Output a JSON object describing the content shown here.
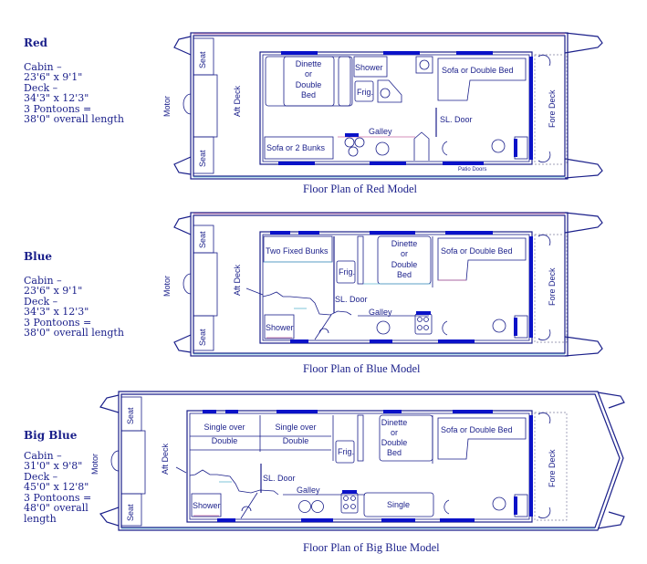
{
  "colors": {
    "ink": "#1a1f8a",
    "window": "#0a12c8",
    "accent_pink": "#c86aa0",
    "accent_cyan": "#5fb8d0"
  },
  "models": [
    {
      "name": "Red",
      "specs": [
        "Cabin –",
        "23'6\" x 9'1\"",
        "Deck  –",
        "34'3\" x 12'3\"",
        "3 Pontoons =",
        "38'0\" overall length"
      ],
      "caption": "Floor Plan of Red Model",
      "labels": {
        "motor": "Motor",
        "seat_top": "Seat",
        "seat_bottom": "Seat",
        "aft_deck": "Aft Deck",
        "dinette": [
          "Dinette",
          "or",
          "Double",
          "Bed"
        ],
        "shower": "Shower",
        "frig": "Frig.",
        "sofa_double": "Sofa or Double Bed",
        "sofa_bunks": "Sofa or 2 Bunks",
        "galley": "Galley",
        "sl_door": "SL. Door",
        "fore_deck": "Fore Deck",
        "patio_doors": "Patio Doors"
      }
    },
    {
      "name": "Blue",
      "specs": [
        "Cabin –",
        "23'6\" x 9'1\"",
        "Deck  –",
        "34'3\" x 12'3\"",
        "3 Pontoons =",
        "38'0\" overall length"
      ],
      "caption": "Floor Plan of Blue Model",
      "labels": {
        "motor": "Motor",
        "seat_top": "Seat",
        "seat_bottom": "Seat",
        "aft_deck": "Aft Deck",
        "bunks": "Two Fixed Bunks",
        "frig": "Frig.",
        "dinette": [
          "Dinette",
          "or",
          "Double",
          "Bed"
        ],
        "sofa_double": "Sofa or Double Bed",
        "sl_door": "SL. Door",
        "galley": "Galley",
        "shower": "Shower",
        "fore_deck": "Fore Deck"
      }
    },
    {
      "name": "Big Blue",
      "specs": [
        "Cabin –",
        "31'0\" x 9'8\"",
        "Deck  –",
        "45'0\" x 12'8\"",
        "3 Pontoons =",
        "48'0\" overall",
        "length"
      ],
      "caption": "Floor Plan of Big Blue Model",
      "labels": {
        "motor": "Motor",
        "seat_top": "Seat",
        "seat_bottom": "Seat",
        "aft_deck": "Aft Deck",
        "bunk1": [
          "Single over",
          "Double"
        ],
        "bunk2": [
          "Single over",
          "Double"
        ],
        "frig": "Frig.",
        "dinette": [
          "Dinette",
          "or",
          "Double",
          "Bed"
        ],
        "sofa_double": "Sofa or Double Bed",
        "sl_door": "SL. Door",
        "galley": "Galley",
        "single": "Single",
        "shower": "Shower",
        "fore_deck": "Fore Deck"
      }
    }
  ]
}
